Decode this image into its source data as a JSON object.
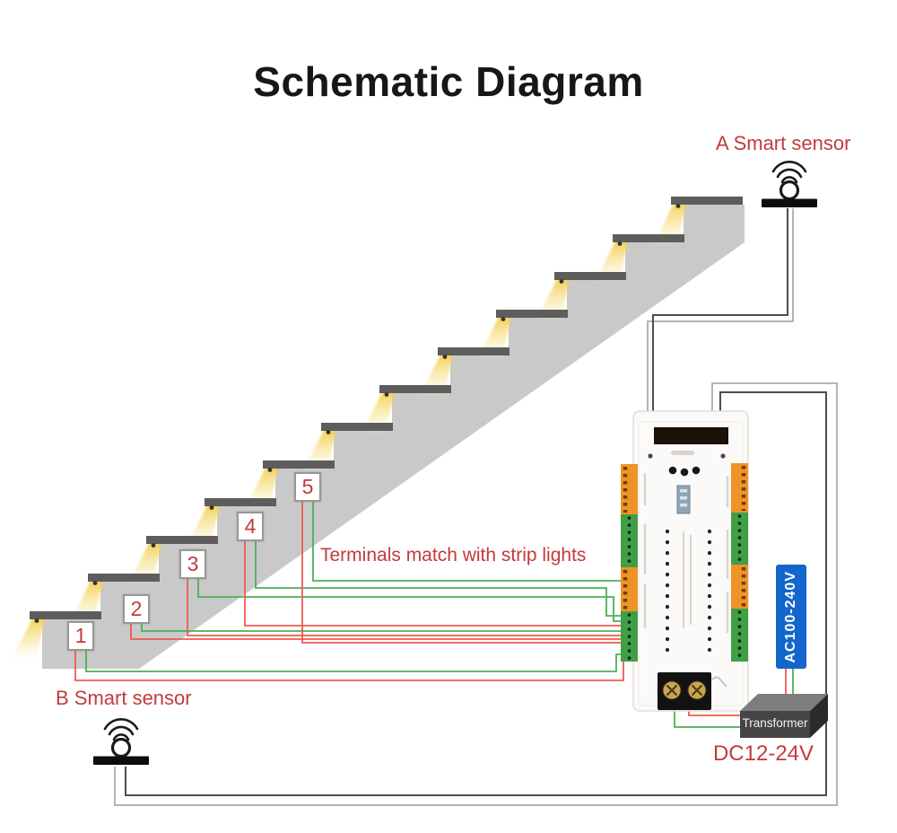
{
  "title": "Schematic Diagram",
  "sensors": {
    "a_label": "A Smart sensor",
    "b_label": "B Smart sensor"
  },
  "annotations": {
    "terminals_note": "Terminals match with strip lights",
    "dc_output": "DC12-24V"
  },
  "power": {
    "transformer_label": "Transformer",
    "ac_input_label": "AC100-240V"
  },
  "terminals": [
    {
      "label": "1"
    },
    {
      "label": "2"
    },
    {
      "label": "3"
    },
    {
      "label": "4"
    },
    {
      "label": "5"
    }
  ],
  "stairs": {
    "step_count": 12,
    "light_per_step": 1
  },
  "colors": {
    "wire_red": "#ee5a50",
    "wire_green": "#4caf53",
    "sensor_wire_dark": "#4d4d4d",
    "sensor_wire_light": "#b5b5b5",
    "label_red": "#c23b3b",
    "ac_box_blue": "#1266cc",
    "stair_gray": "#c9c9c9",
    "tread_gray": "#5d5d5d",
    "glow_yellow": "#f2cd4b",
    "terminal_orange": "#ef9329",
    "terminal_green": "#3f9f46"
  }
}
